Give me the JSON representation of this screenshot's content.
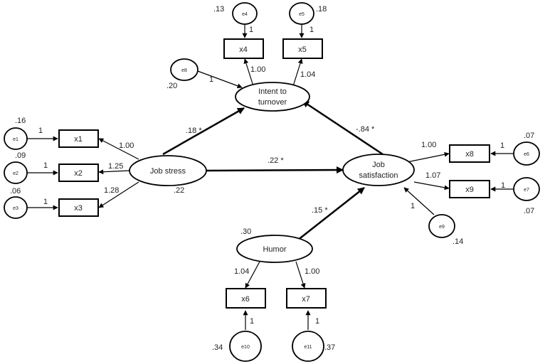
{
  "latents": [
    {
      "id": "intent",
      "lines": [
        "Intent to",
        "turnover"
      ]
    },
    {
      "id": "stress",
      "lines": [
        "Job stress"
      ]
    },
    {
      "id": "satis",
      "lines": [
        "Job",
        "satisfaction"
      ]
    },
    {
      "id": "humor",
      "lines": [
        "Humor"
      ]
    }
  ],
  "indicators": [
    {
      "id": "x1",
      "label": "x1"
    },
    {
      "id": "x2",
      "label": "x2"
    },
    {
      "id": "x3",
      "label": "x3"
    },
    {
      "id": "x4",
      "label": "x4"
    },
    {
      "id": "x5",
      "label": "x5"
    },
    {
      "id": "x6",
      "label": "x6"
    },
    {
      "id": "x7",
      "label": "x7"
    },
    {
      "id": "x8",
      "label": "x8"
    },
    {
      "id": "x9",
      "label": "x9"
    }
  ],
  "errors": [
    {
      "id": "e1",
      "label": "e1"
    },
    {
      "id": "e2",
      "label": "e2"
    },
    {
      "id": "e3",
      "label": "e3"
    },
    {
      "id": "e4",
      "label": "e4"
    },
    {
      "id": "e5",
      "label": "e5"
    },
    {
      "id": "e6",
      "label": "e6"
    },
    {
      "id": "e7",
      "label": "e7"
    },
    {
      "id": "e8",
      "label": "e8"
    },
    {
      "id": "e9",
      "label": "e9"
    },
    {
      "id": "e10",
      "label": "e10"
    },
    {
      "id": "e11",
      "label": "e11"
    }
  ],
  "paths": [
    {
      "id": "stress-intent",
      "label": ".18 *"
    },
    {
      "id": "stress-satis",
      "label": ".22 *"
    },
    {
      "id": "satis-intent",
      "label": "-.84 *"
    },
    {
      "id": "humor-satis",
      "label": ".15 *"
    }
  ],
  "loadings": [
    {
      "id": "stress-x1",
      "label": "1.00"
    },
    {
      "id": "stress-x2",
      "label": "1.25"
    },
    {
      "id": "stress-x3",
      "label": "1.28"
    },
    {
      "id": "intent-x4",
      "label": "1.00"
    },
    {
      "id": "intent-x5",
      "label": "1.04"
    },
    {
      "id": "satis-x8",
      "label": "1.00"
    },
    {
      "id": "satis-x9",
      "label": "1.07"
    },
    {
      "id": "humor-x6",
      "label": "1.04"
    },
    {
      "id": "humor-x7",
      "label": "1.00"
    }
  ],
  "error_paths": [
    {
      "id": "e1-x1",
      "label": "1"
    },
    {
      "id": "e2-x2",
      "label": "1"
    },
    {
      "id": "e3-x3",
      "label": "1"
    },
    {
      "id": "e4-x4",
      "label": "1"
    },
    {
      "id": "e5-x5",
      "label": "1"
    },
    {
      "id": "e6-x8",
      "label": "1"
    },
    {
      "id": "e7-x9",
      "label": "1"
    },
    {
      "id": "e8-intent",
      "label": "1"
    },
    {
      "id": "e9-satis",
      "label": "1"
    },
    {
      "id": "e10-x6",
      "label": "1"
    },
    {
      "id": "e11-x7",
      "label": "1"
    }
  ],
  "variances": [
    {
      "id": "e1",
      "label": ".16"
    },
    {
      "id": "e2",
      "label": ".09"
    },
    {
      "id": "e3",
      "label": ".06"
    },
    {
      "id": "e4",
      "label": ".13"
    },
    {
      "id": "e5",
      "label": ".18"
    },
    {
      "id": "e6",
      "label": ".07"
    },
    {
      "id": "e7",
      "label": ".07"
    },
    {
      "id": "e8",
      "label": ".20"
    },
    {
      "id": "e9",
      "label": ".14"
    },
    {
      "id": "e10",
      "label": ".34"
    },
    {
      "id": "e11",
      "label": ".37"
    },
    {
      "id": "stress",
      "label": ".22"
    },
    {
      "id": "humor",
      "label": ".30"
    }
  ]
}
